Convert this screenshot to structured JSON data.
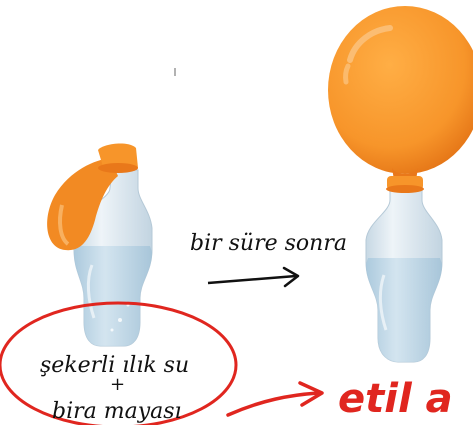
{
  "caption_arrow": "bir süre sonra",
  "ingredient_line1": "şekerli ılık su",
  "ingredient_plus": "+",
  "ingredient_line2": "bira mayası",
  "handwritten_note": "etil a",
  "colors": {
    "balloon": "#f7952a",
    "balloon_dark": "#e9781a",
    "balloon_highlight": "#fbc07a",
    "bottle": "#d9e6ef",
    "water": "#b7d4e6",
    "annotation": "#e0261f"
  }
}
